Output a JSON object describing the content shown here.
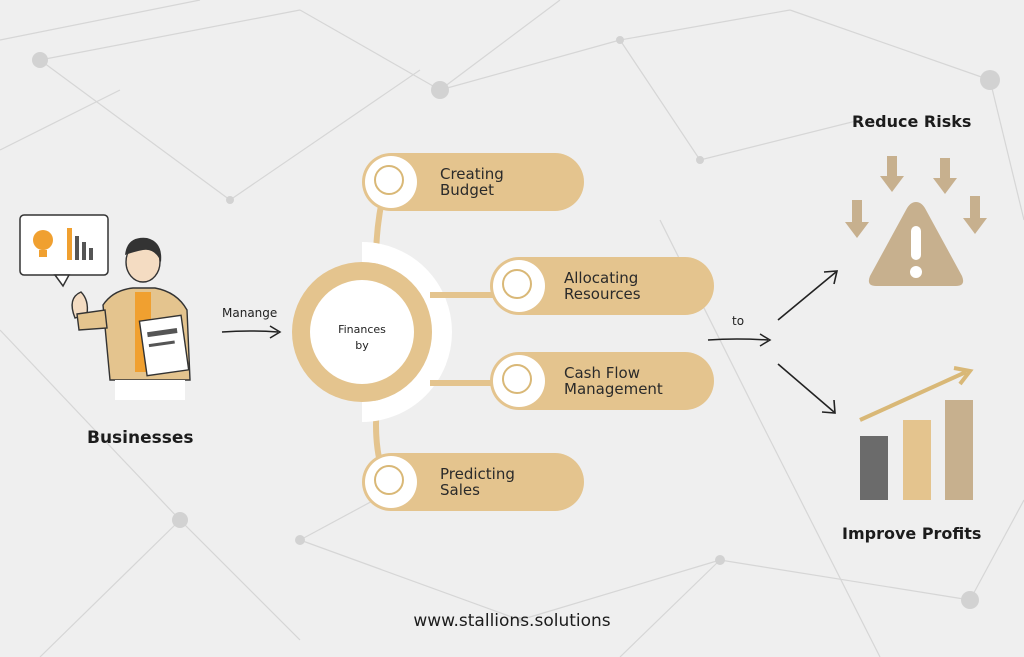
{
  "left": {
    "actor_label": "Businesses",
    "verb": "Manange"
  },
  "center": {
    "hub_label_line1": "Finances",
    "hub_label_line2": "by",
    "items": [
      {
        "label": "Creating\nBudget"
      },
      {
        "label": "Allocating\nResources"
      },
      {
        "label": "Cash Flow\nManagement"
      },
      {
        "label": "Predicting\nSales"
      }
    ]
  },
  "right": {
    "connector": "to",
    "outcomes": [
      {
        "label": "Reduce Risks"
      },
      {
        "label": "Improve Profits"
      }
    ]
  },
  "footer": {
    "url": "www.stallions.solutions"
  },
  "colors": {
    "gold": "#e4c48e",
    "dark_gold": "#d9b877",
    "tan": "#c7b08e",
    "gray_bar": "#6b6b6b",
    "orange": "#f0a030"
  }
}
